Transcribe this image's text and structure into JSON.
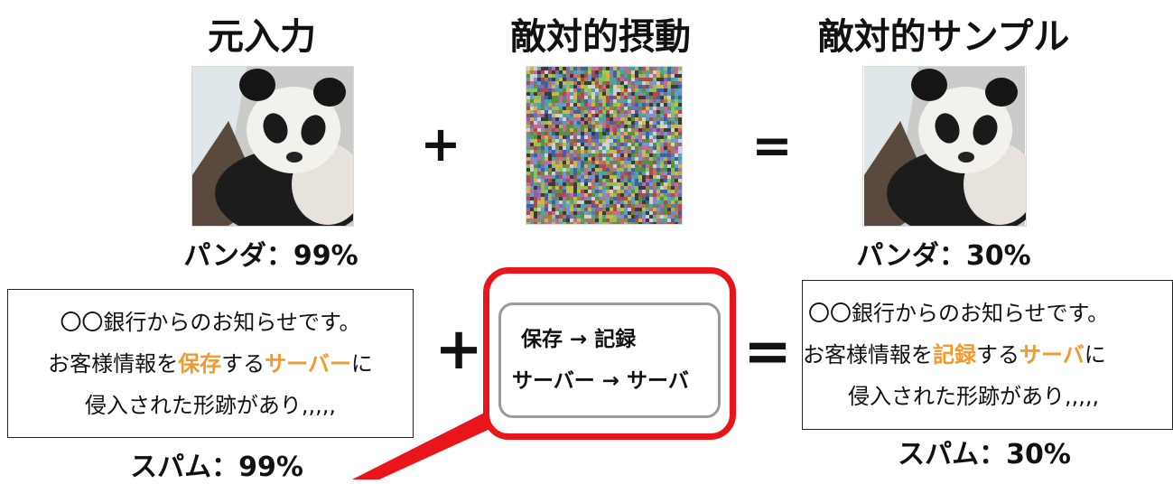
{
  "titles": {
    "original": "元入力",
    "perturbation": "敵対的摂動",
    "adversarial": "敵対的サンプル"
  },
  "operators": {
    "plus": "+",
    "equals": "="
  },
  "image_row": {
    "original_caption": "パンダ：99%",
    "adversarial_caption": "パンダ：30%"
  },
  "text_row": {
    "original": {
      "line1": "〇〇銀行からのお知らせです。",
      "line2_a": "お客様情報を",
      "line2_b": "保存",
      "line2_c": "する",
      "line2_d": "サーバー",
      "line2_e": "に",
      "line3": "侵入された形跡があり,,,,,"
    },
    "perturbation": {
      "line1": "保存 → 記録",
      "line2": "サーバー → サーバ"
    },
    "adversarial": {
      "line1": "〇〇銀行からのお知らせです。",
      "line2_a": "お客様情報を",
      "line2_b": "記録",
      "line2_c": "する",
      "line2_d": "サーバ",
      "line2_e": "に",
      "line3": "侵入された形跡があり,,,,,"
    },
    "original_caption": "スパム：99%",
    "adversarial_caption": "スパム：30%"
  },
  "colors": {
    "highlight": "#f29a2e",
    "callout_red": "#e8161a",
    "inner_border": "#9a9a9a"
  },
  "icons": [
    "panda-photo",
    "noise-pattern",
    "panda-photo"
  ]
}
